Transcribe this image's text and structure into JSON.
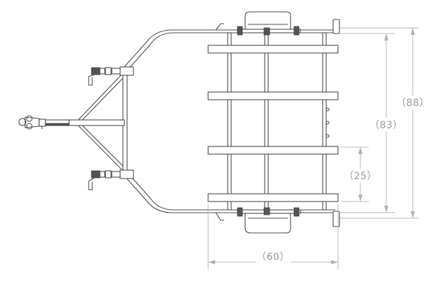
{
  "diagram": {
    "subject": "Boat trailer frame, top view",
    "colors": {
      "line": "#4a4a4a",
      "dimension": "#b8b8b8",
      "dimension_text": "#9a9a9a",
      "background": "#ffffff"
    },
    "dimensions": {
      "overall_width": {
        "label": "（88）",
        "value": 88
      },
      "frame_width": {
        "label": "（83）",
        "value": 83
      },
      "bunk_spacing": {
        "label": "（25）",
        "value": 25
      },
      "bunk_length": {
        "label": "（60）",
        "value": 60
      }
    },
    "parts": {
      "coupler": "hitch-coupler",
      "tongue": "tongue-beam",
      "winch_top": "winch-stand-top",
      "winch_bottom": "winch-stand-bottom",
      "bunks_count": 4,
      "wheels": [
        "wheel-top",
        "wheel-bottom"
      ],
      "fenders": [
        "fender-top",
        "fender-bottom"
      ]
    }
  }
}
